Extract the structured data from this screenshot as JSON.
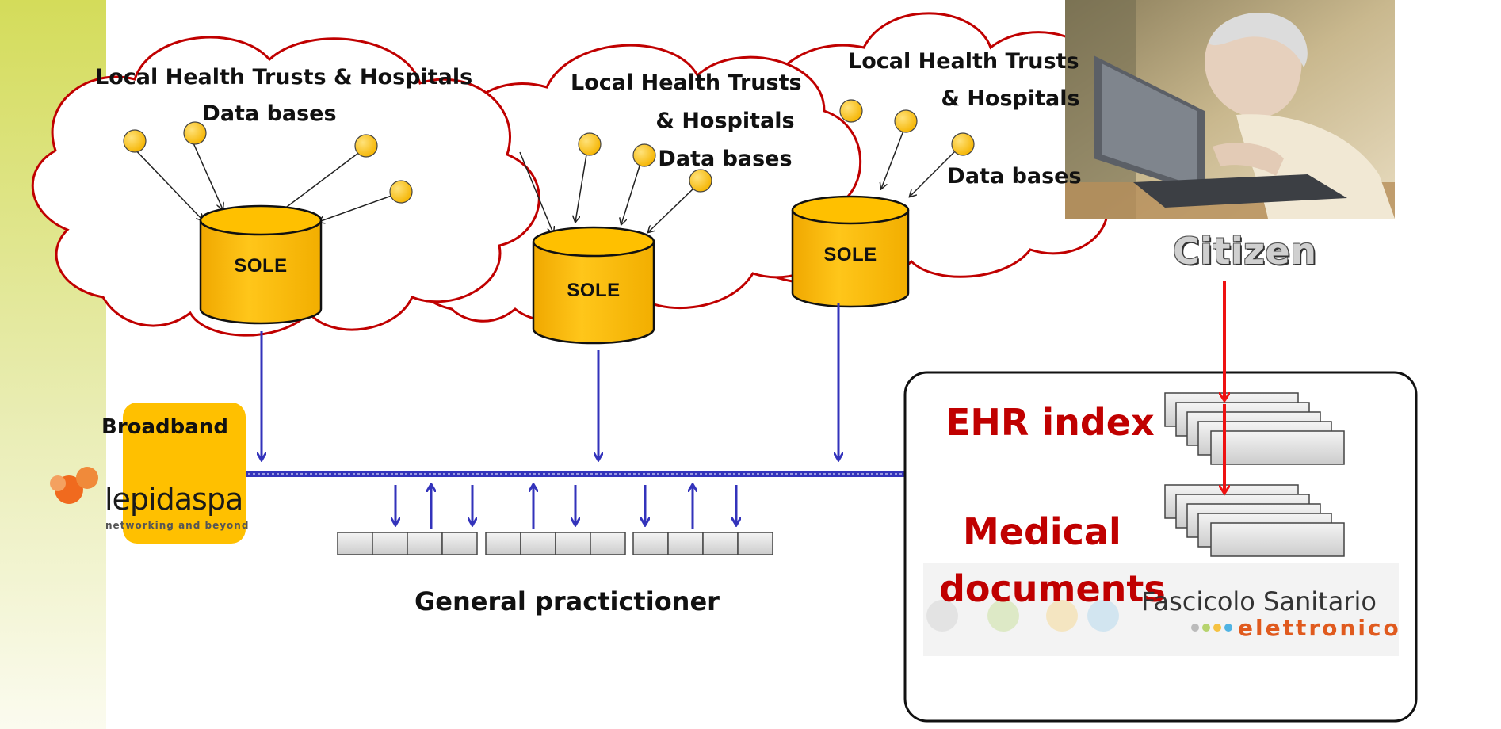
{
  "clouds": [
    {
      "title_line1": "Local Health Trusts & Hospitals",
      "title_line2": "Data bases",
      "db_label": "SOLE"
    },
    {
      "title_line1": "Local Health Trusts",
      "title_line2": "& Hospitals",
      "title_line3": "Data bases",
      "db_label": "SOLE"
    },
    {
      "title_line1": "Local Health Trusts",
      "title_line2": "& Hospitals",
      "title_line3": "Data bases",
      "db_label": "SOLE"
    }
  ],
  "citizen": {
    "label": "Citizen"
  },
  "network": {
    "broadband_label": "Broadband",
    "provider_logo_text": "lepidaspa",
    "provider_tagline": "networking and beyond"
  },
  "general_practitioner": {
    "label": "General practictioner"
  },
  "fse_panel": {
    "ehr_index_label": "EHR index",
    "medical_line1": "Medical",
    "medical_line2": "documents",
    "logo_line1": "Fascicolo Sanitario",
    "logo_line2": "elettronico"
  },
  "colors": {
    "cloud_outline": "#c00000",
    "network_line": "#3333bb",
    "citizen_arrow": "#ee1111",
    "database": "#ffc000",
    "node": "#ffc000",
    "left_band": "#d9df73",
    "accent_text": "#c00000"
  }
}
